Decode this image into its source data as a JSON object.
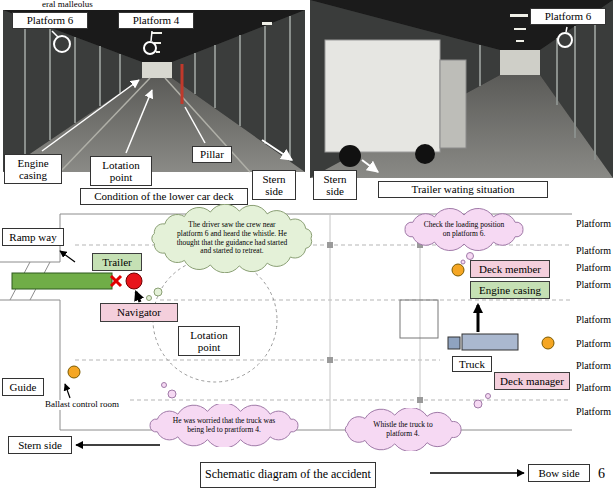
{
  "diagram": {
    "nodes": [
      {
        "text": [
          "Platform 6"
        ]
      },
      {
        "text": [
          "Platform 4"
        ]
      },
      {
        "text": [
          "Platform 6"
        ]
      },
      {
        "text": [
          "Engine casing"
        ]
      },
      {
        "text": [
          "Lotation point"
        ]
      },
      {
        "text": [
          "Pillar"
        ]
      },
      {
        "text": [
          "Stern side"
        ]
      },
      {
        "text": [
          "Stern side"
        ]
      },
      {
        "text": [
          "Condition of the lower car deck"
        ]
      },
      {
        "text": [
          "Trailer wating situation"
        ]
      },
      {
        "text": [
          "Ramp way"
        ]
      },
      {
        "text": [
          "Trailer"
        ]
      },
      {
        "text": [
          "The driver saw the crew near platform 6 and heard the whistle. He thought that the guidance had started and started to retreat."
        ]
      },
      {
        "text": [
          "Check the loading position on platform 6."
        ]
      },
      {
        "text": [
          "Deck member"
        ]
      },
      {
        "text": [
          "Engine casing"
        ]
      },
      {
        "text": [
          "Navigator"
        ]
      },
      {
        "text": [
          "Lotation point"
        ]
      },
      {
        "text": [
          "Guide"
        ]
      },
      {
        "text": [
          "Truck"
        ]
      },
      {
        "text": [
          "Deck manager"
        ]
      },
      {
        "text": [
          "He was worried that the truck was being led to prartform 4."
        ]
      },
      {
        "text": [
          "Whistle the truck to platform 4."
        ]
      },
      {
        "text": [
          "Stern side"
        ]
      },
      {
        "text": [
          "Bow side"
        ]
      },
      {
        "text": [
          "Schematic diagram of the accident"
        ]
      }
    ],
    "labels": [
      "eral malleolus",
      "Platform",
      "Platform",
      "Platform",
      "Platform",
      "Platform",
      "Platform",
      "Platform",
      "Platform",
      "Platform",
      "Ballast control room",
      "6"
    ]
  }
}
